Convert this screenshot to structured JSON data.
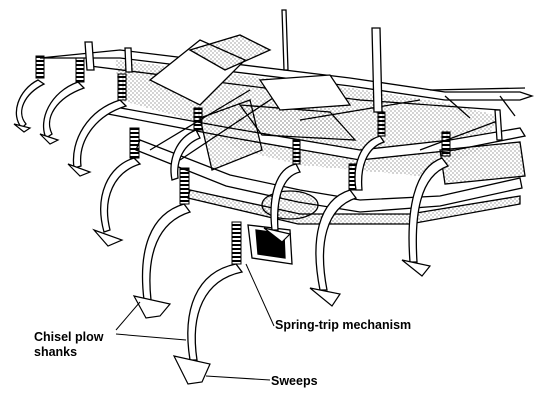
{
  "labels": {
    "chisel_plow_shanks": "Chisel plow shanks",
    "spring_trip_mechanism": "Spring-trip mechanism",
    "sweeps": "Sweeps"
  },
  "colors": {
    "ink": "#000000",
    "paper": "#ffffff",
    "stipple": "#000000"
  },
  "parts": {
    "frame": "tool-bar-frame",
    "shank_count_visible": 11
  }
}
